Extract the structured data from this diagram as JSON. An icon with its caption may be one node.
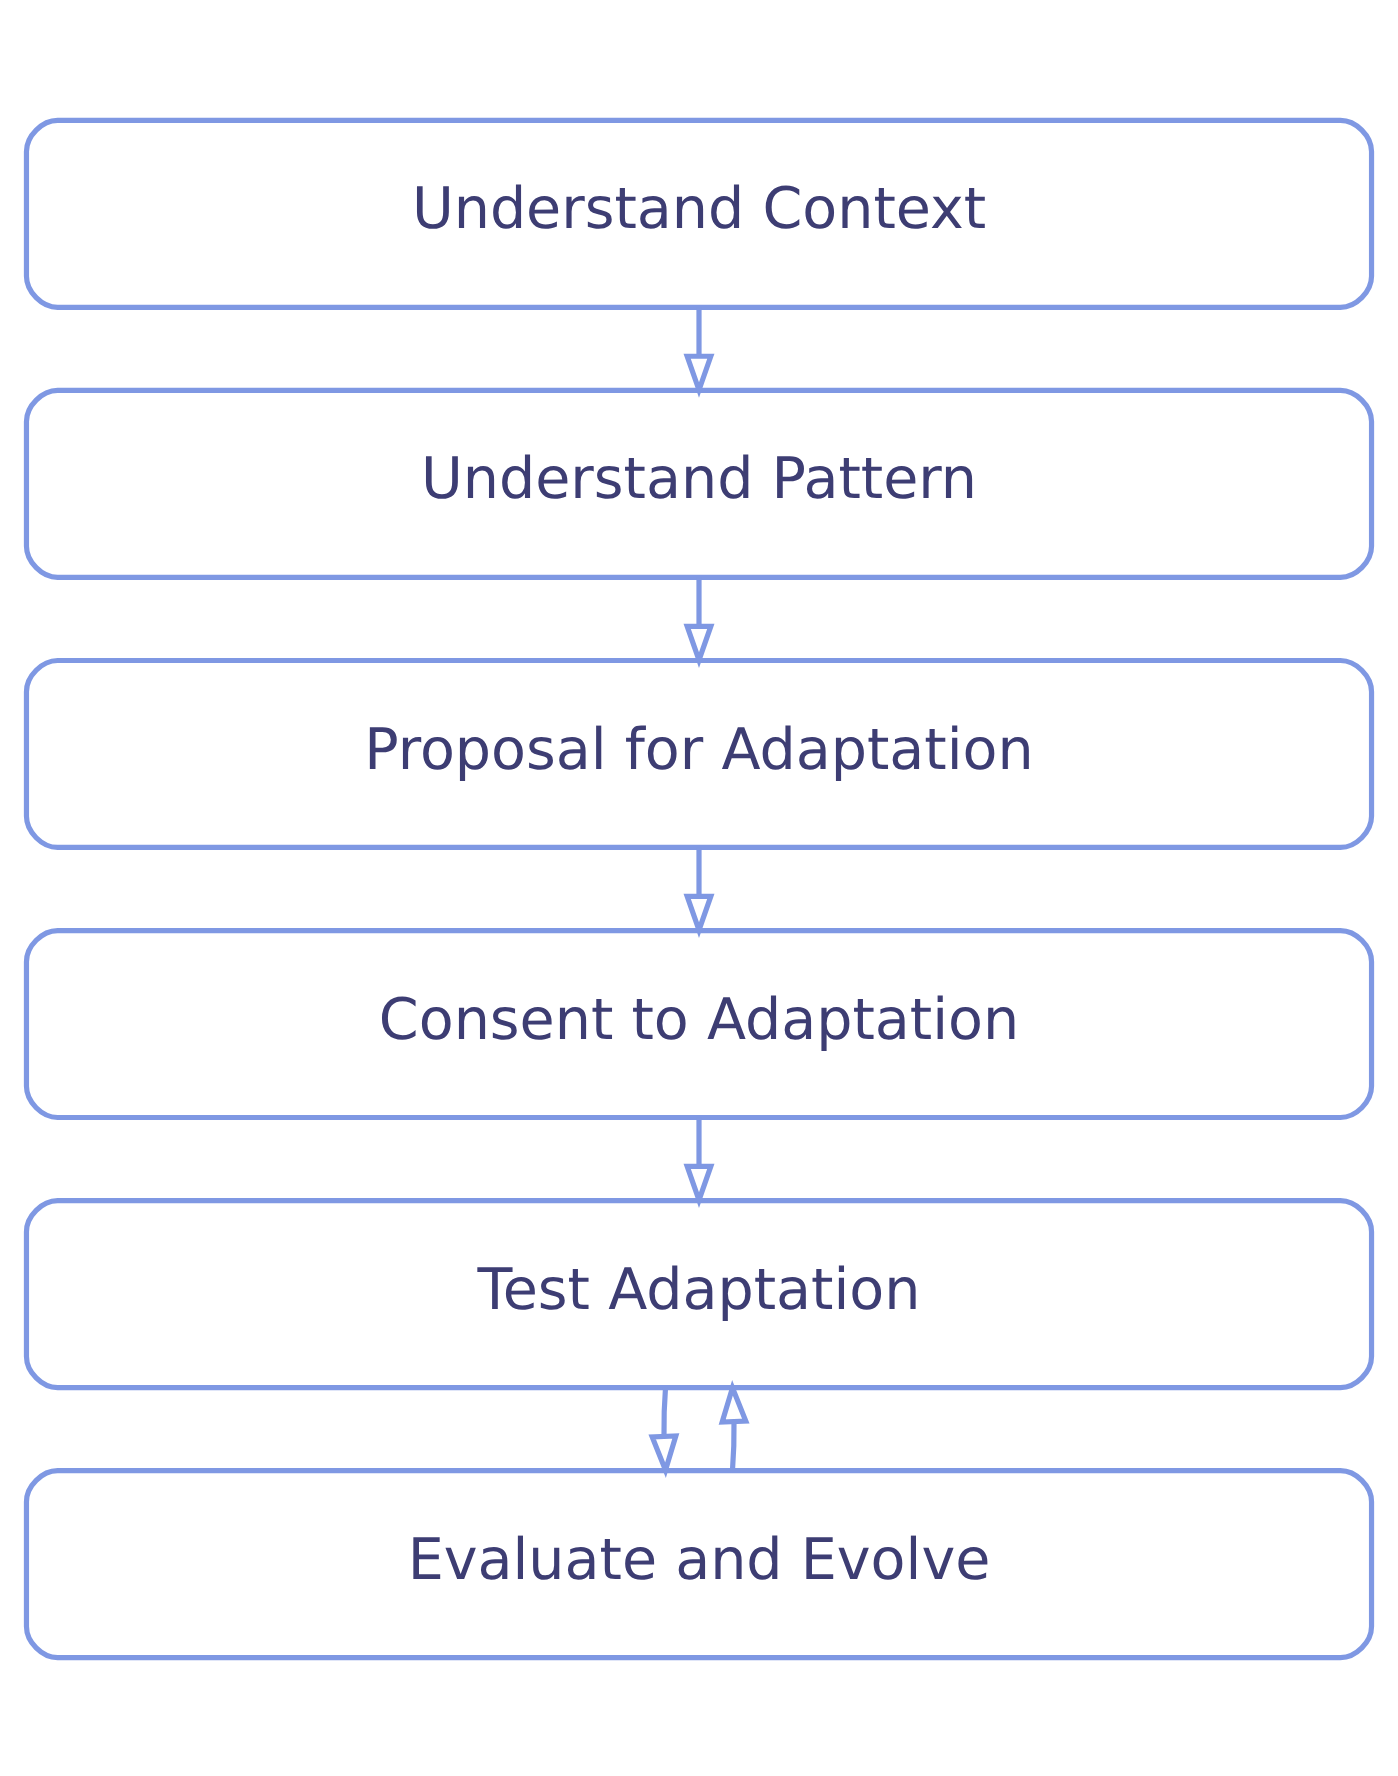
{
  "diagram": {
    "nodes": [
      {
        "text": [
          "Understand Context"
        ]
      },
      {
        "text": [
          "Understand Pattern"
        ]
      },
      {
        "text": [
          "Proposal for Adaptation"
        ]
      },
      {
        "text": [
          "Consent to Adaptation"
        ]
      },
      {
        "text": [
          "Test Adaptation"
        ]
      },
      {
        "text": [
          "Evaluate and Evolve"
        ]
      }
    ],
    "edges": [
      {
        "from": 0,
        "to": 1,
        "arrow": "to"
      },
      {
        "from": 1,
        "to": 2,
        "arrow": "to"
      },
      {
        "from": 2,
        "to": 3,
        "arrow": "to"
      },
      {
        "from": 3,
        "to": 4,
        "arrow": "to"
      },
      {
        "from": 4,
        "to": 5,
        "arrow": "to"
      },
      {
        "from": 5,
        "to": 4,
        "arrow": "to"
      }
    ]
  }
}
